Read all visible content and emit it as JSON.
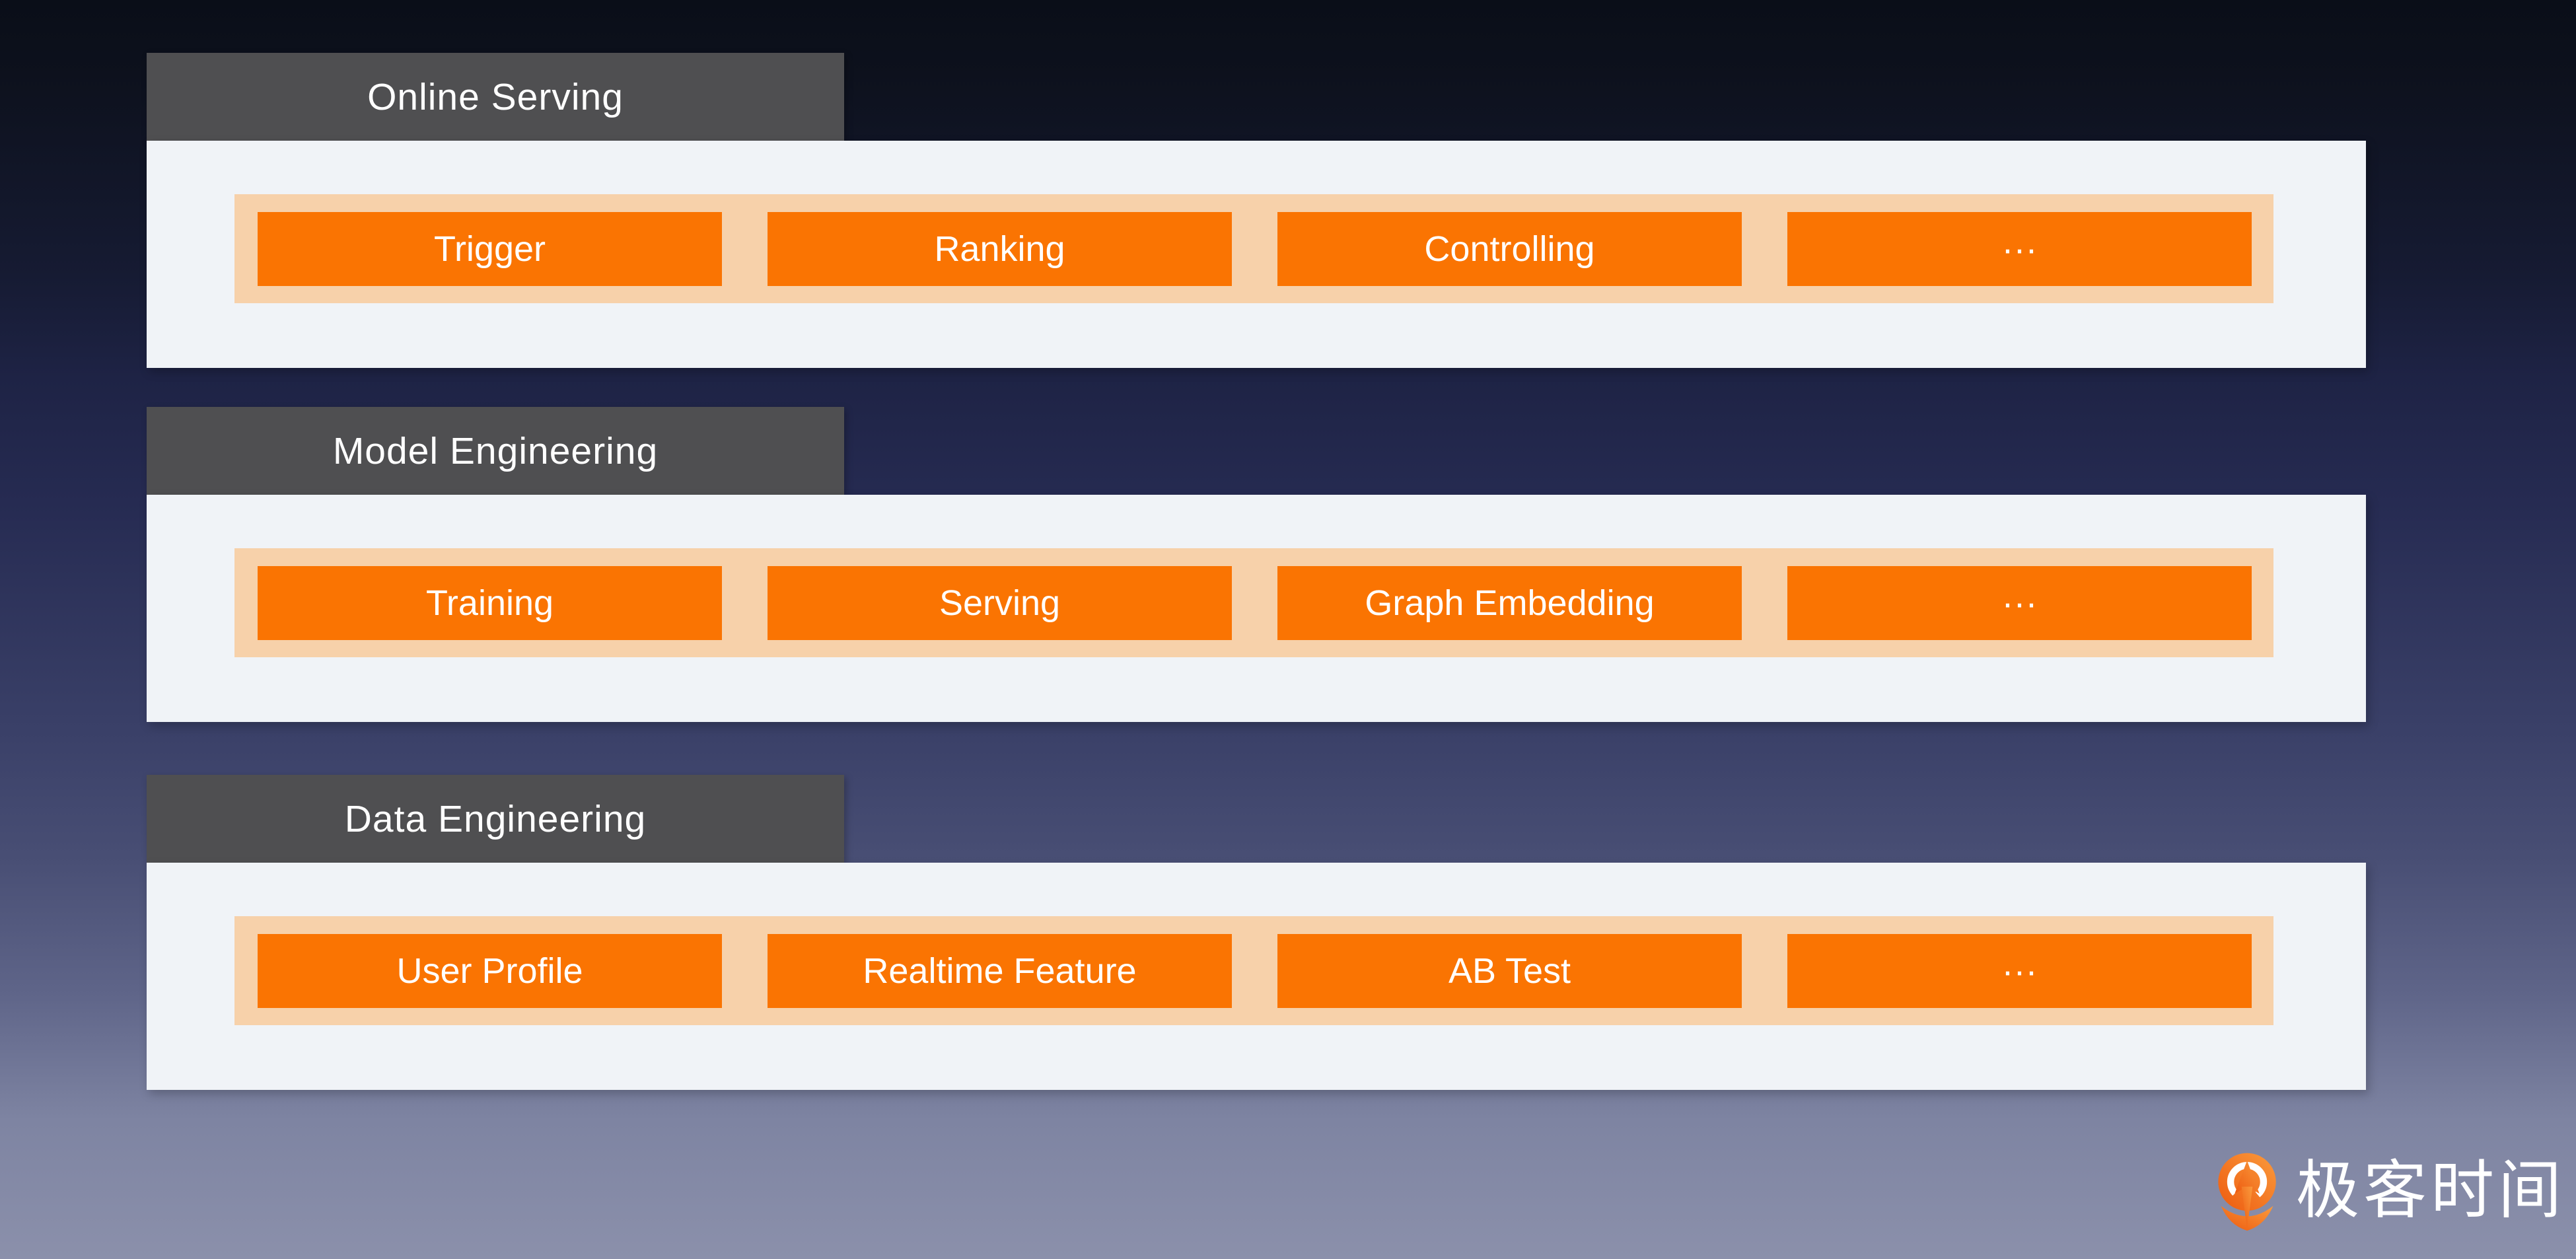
{
  "diagram": {
    "groups": [
      {
        "label": "Online Serving",
        "boxes": [
          "Trigger",
          "Ranking",
          "Controlling",
          "···"
        ]
      },
      {
        "label": "Model Engineering",
        "boxes": [
          "Training",
          "Serving",
          "Graph Embedding",
          "···"
        ]
      },
      {
        "label": "Data Engineering",
        "boxes": [
          "User Profile",
          "Realtime Feature",
          "AB Test",
          "···"
        ]
      }
    ]
  },
  "branding": {
    "logo_text": "极客时间",
    "logo_icon": "geektime-pin-icon"
  },
  "colors": {
    "background_top": "#0a0e18",
    "background_bottom": "#8b90ab",
    "tab_bg": "#4f4f51",
    "tab_text": "#ffffff",
    "panel_bg": "#f0f3f7",
    "band_bg": "#f7d1aa",
    "box_bg": "#fa7402",
    "box_text": "#ffffff",
    "logo_orange_light": "#fa9b3d",
    "logo_orange_dark": "#ed5a0f"
  }
}
